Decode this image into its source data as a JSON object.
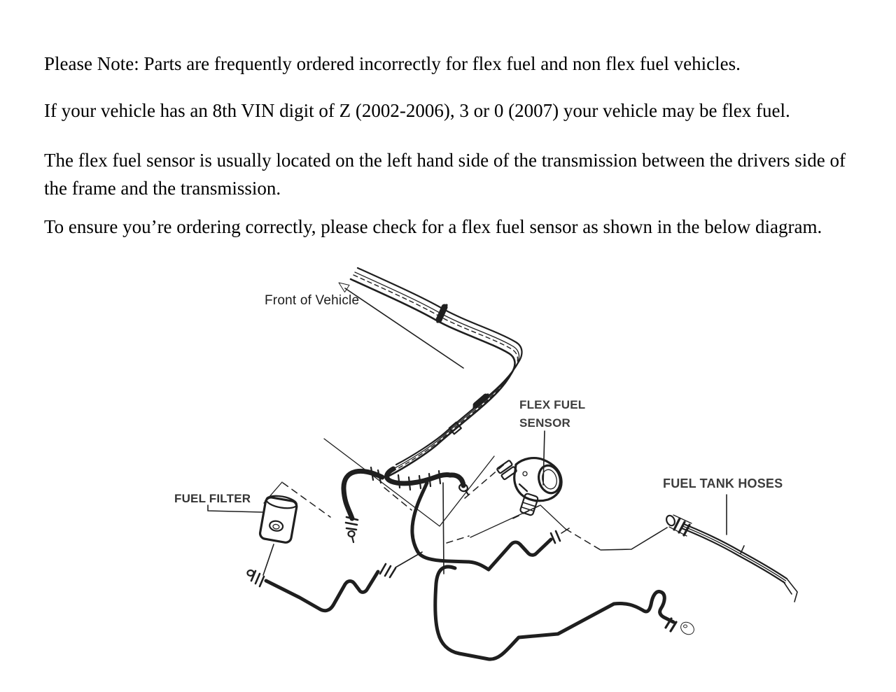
{
  "document": {
    "paragraphs": [
      "Please Note: Parts are frequently ordered incorrectly for flex fuel and non flex fuel vehicles.",
      "If your vehicle has an 8th VIN digit of Z (2002-2006), 3 or 0 (2007) your vehicle may be flex fuel.",
      "The flex fuel sensor is usually located on the left hand side of the transmission between the drivers side of the frame and the transmission.",
      "To ensure you’re ordering correctly, please check for a flex fuel sensor as shown in the below diagram."
    ]
  },
  "diagram": {
    "labels": {
      "front_of_vehicle": "Front of Vehicle",
      "flex_fuel_sensor": "FLEX FUEL\nSENSOR",
      "fuel_filter": "FUEL FILTER",
      "fuel_tank_hoses": "FUEL TANK HOSES"
    },
    "colors": {
      "line": "#1f1f1f",
      "label": "#3d3d3d",
      "text": "#000000",
      "background": "#ffffff"
    }
  }
}
